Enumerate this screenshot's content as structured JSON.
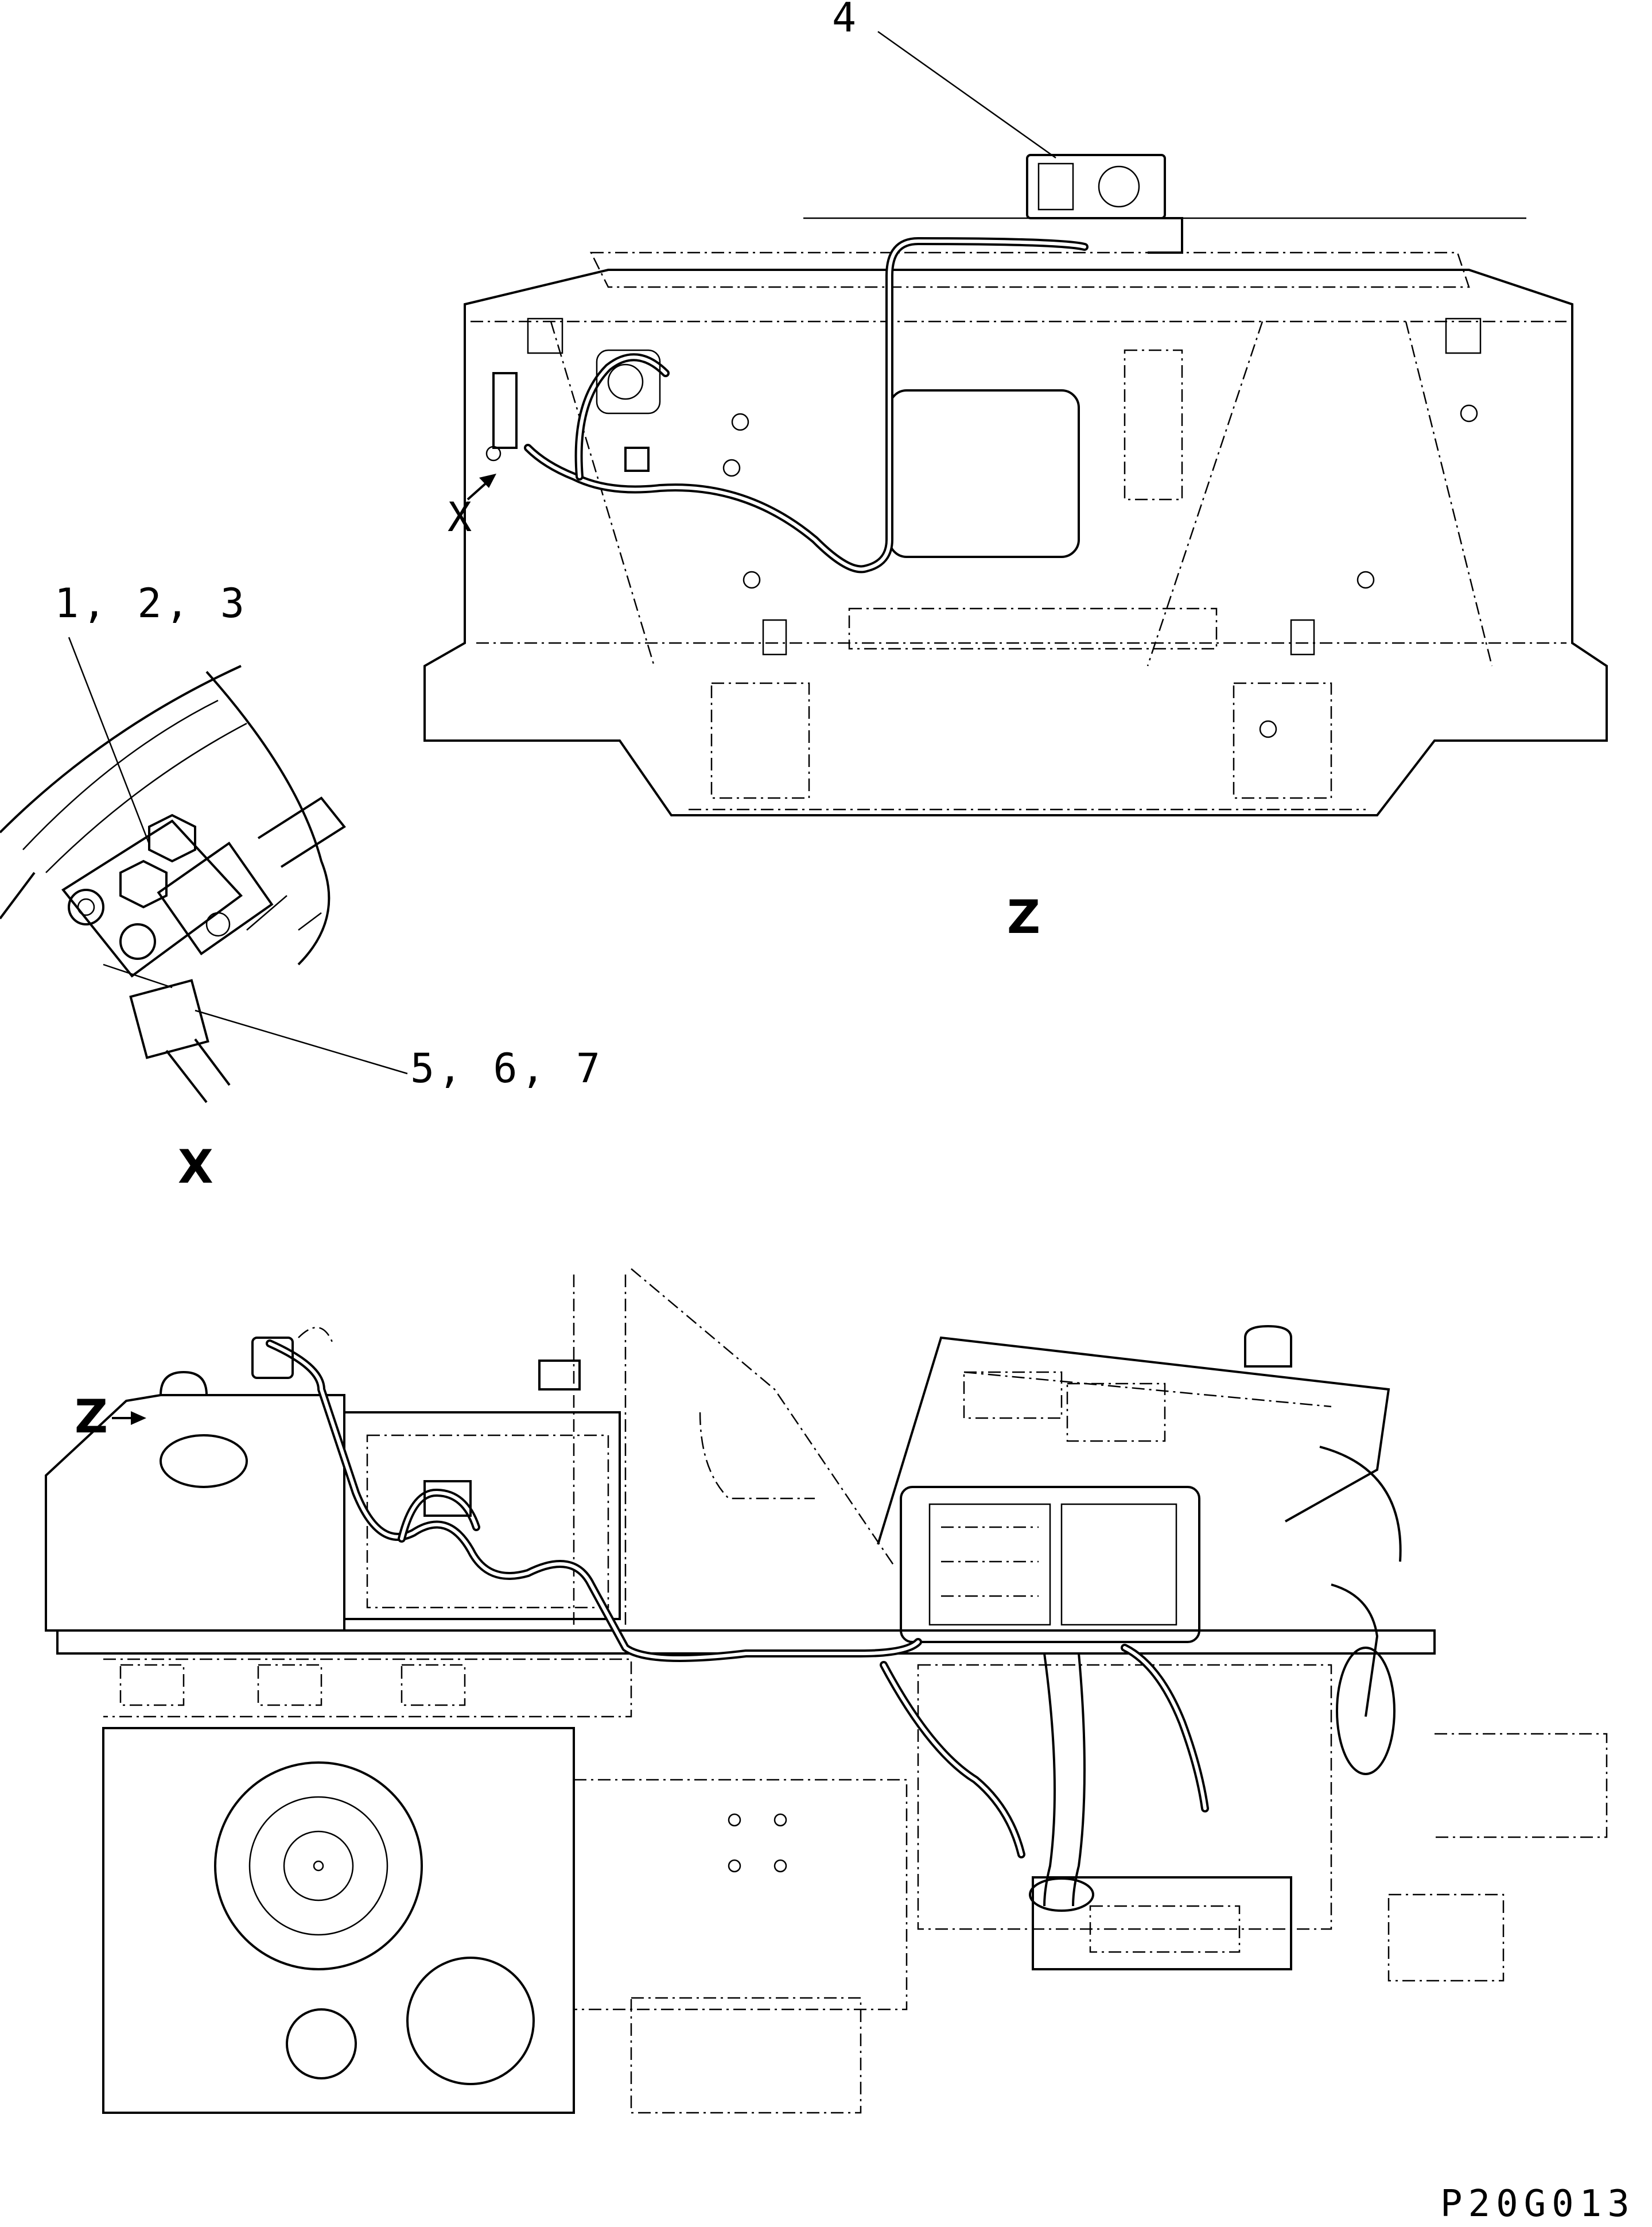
{
  "labels": {
    "callout_top": "4",
    "callout_left_upper": "1, 2, 3",
    "callout_left_lower": "5, 6, 7",
    "view_x_marker": "X",
    "view_z_title": "Z",
    "view_x_title": "X",
    "view_z_marker": "Z",
    "drawing_code": "P20G013"
  },
  "icons": {
    "arrow": "arrow-icon"
  }
}
